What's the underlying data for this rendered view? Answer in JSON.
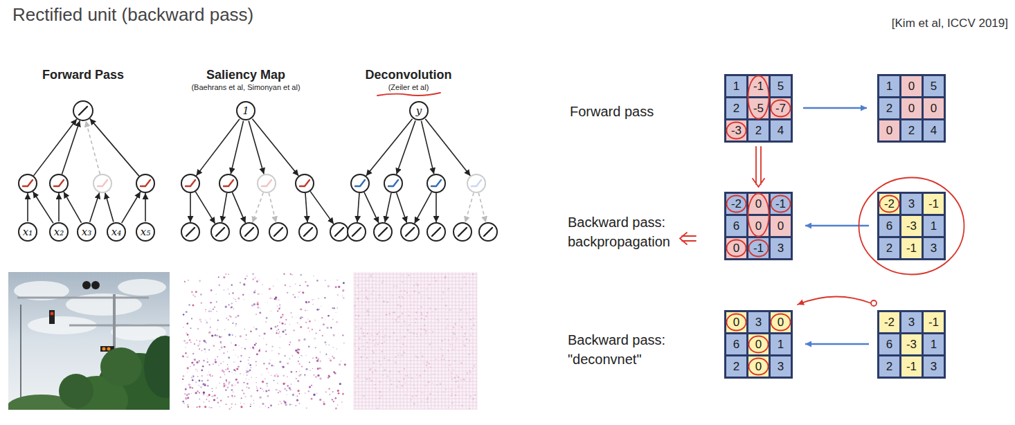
{
  "diagram": {
    "title": "Rectified unit (backward pass)",
    "nodes": [
      {
        "text": [
          "1"
        ]
      },
      {
        "text": [
          "y"
        ]
      },
      {
        "text": [
          "x₁"
        ]
      },
      {
        "text": [
          "x₂"
        ]
      },
      {
        "text": [
          "x₃"
        ]
      },
      {
        "text": [
          "x₄"
        ]
      },
      {
        "text": [
          "x₅"
        ]
      }
    ],
    "labels": [
      "[Kim et al, ICCV 2019]",
      "Forward Pass",
      "Saliency Map",
      "(Baehrans et al, Simonyan et al)",
      "Deconvolution",
      "(Zeiler et al)",
      "Forward pass",
      "Backward pass: backpropagation",
      "Backward pass: \"deconvnet\"",
      "1",
      "-1",
      "5",
      "2",
      "-5",
      "-7",
      "-3",
      "2",
      "4",
      "1",
      "0",
      "5",
      "2",
      "0",
      "0",
      "0",
      "2",
      "4",
      "-2",
      "0",
      "-1",
      "6",
      "0",
      "0",
      "0",
      "-1",
      "3",
      "-2",
      "3",
      "-1",
      "6",
      "-3",
      "1",
      "2",
      "-1",
      "3",
      "0",
      "3",
      "0",
      "6",
      "0",
      "1",
      "2",
      "0",
      "3",
      "-2",
      "3",
      "-1",
      "6",
      "-3",
      "1",
      "2",
      "-1",
      "3"
    ]
  }
}
